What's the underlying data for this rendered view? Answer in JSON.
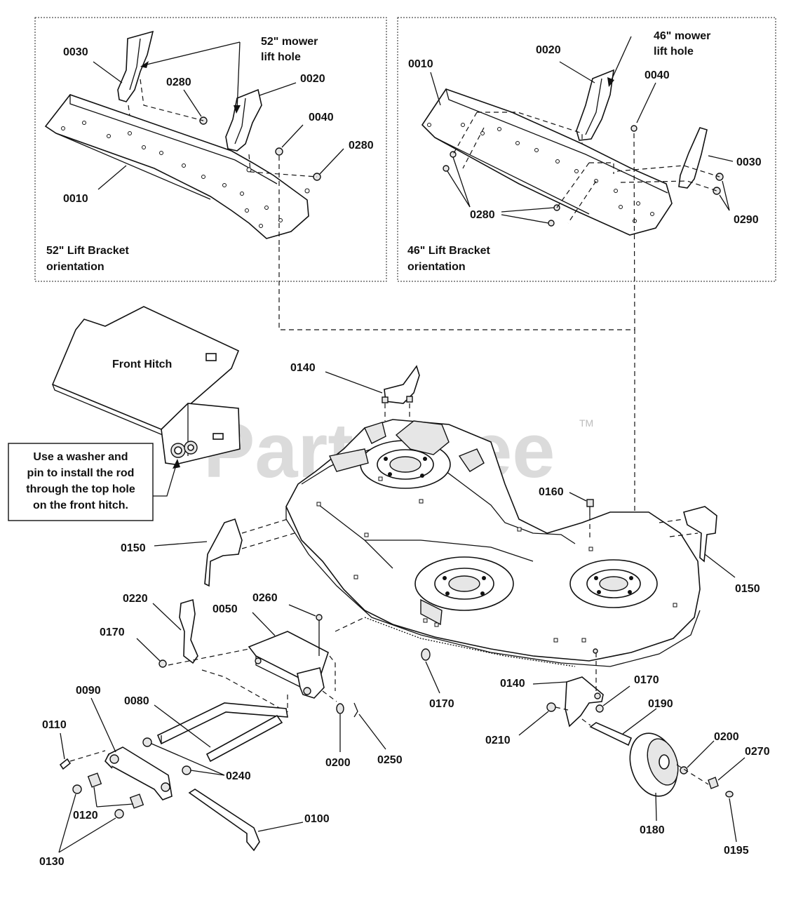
{
  "watermark": {
    "text": "PartsTree",
    "tm": "TM"
  },
  "panels": {
    "left": {
      "caption_line1": "52\" Lift Bracket",
      "caption_line2": "orientation",
      "callout_line1": "52\" mower",
      "callout_line2": "lift hole"
    },
    "right": {
      "caption_line1": "46\" Lift Bracket",
      "caption_line2": "orientation",
      "callout_line1": "46\" mower",
      "callout_line2": "lift hole"
    }
  },
  "front_hitch": {
    "label": "Front Hitch"
  },
  "note": {
    "line1": "Use a washer and",
    "line2": "pin to install the rod",
    "line3": "through the top hole",
    "line4": "on the front hitch."
  },
  "labels": {
    "l_0030": "0030",
    "l_0280a": "0280",
    "l_0020": "0020",
    "l_0040": "0040",
    "l_0280b": "0280",
    "l_0010": "0010",
    "r_0010": "0010",
    "r_0020": "0020",
    "r_0040": "0040",
    "r_0030": "0030",
    "r_0280": "0280",
    "r_0290": "0290",
    "m_0140a": "0140",
    "m_0160": "0160",
    "m_0150a": "0150",
    "m_0150b": "0150",
    "m_0220": "0220",
    "m_0050": "0050",
    "m_0260": "0260",
    "m_0170a": "0170",
    "m_0170b": "0170",
    "m_0140b": "0140",
    "m_0170c": "0170",
    "m_0190": "0190",
    "m_0210": "0210",
    "m_0200a": "0200",
    "m_0250": "0250",
    "m_0090": "0090",
    "m_0080": "0080",
    "m_0110": "0110",
    "m_0240": "0240",
    "m_0120": "0120",
    "m_0130": "0130",
    "m_0100": "0100",
    "m_0200b": "0200",
    "m_0270": "0270",
    "m_0180": "0180",
    "m_0195": "0195"
  }
}
